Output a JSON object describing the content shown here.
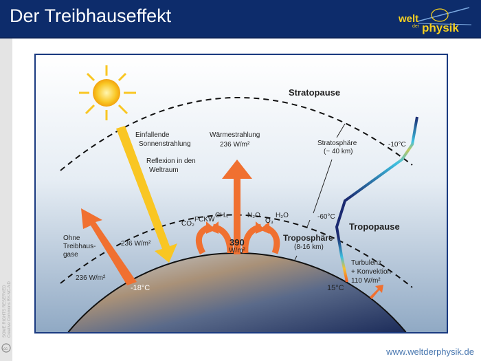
{
  "header": {
    "title": "Der Treibhauseffekt",
    "logo": {
      "line1": "welt",
      "line2": "der",
      "line3": "physik"
    }
  },
  "license": {
    "text1": "SOME RIGHTS RESERVED",
    "text2": "Creative Commons BY-NC-ND",
    "icon": "cc-icon"
  },
  "footer": {
    "url": "www.weltderphysik.de"
  },
  "diagram": {
    "stratopause": "Stratopause",
    "tropopause": "Tropopause",
    "incoming_1": "Einfallende",
    "incoming_2": "Sonnenstrahlung",
    "reflection_1": "Reflexion in den",
    "reflection_2": "Weltraum",
    "heat_1": "Wärmestrahlung",
    "heat_2": "236 W/m²",
    "stratosphere_1": "Stratosphäre",
    "stratosphere_2": "(~ 40 km)",
    "troposphere_1": "Troposphäre",
    "troposphere_2": "(8-16 km)",
    "temp_top": "-10°C",
    "temp_tropopause": "-60°C",
    "temp_surface": "15°C",
    "temp_without": "-18°C",
    "without_1": "Ohne",
    "without_2": "Treibhaus-",
    "without_3": "gase",
    "without_flux_1": "236 W/m²",
    "without_flux_2": "236 W/m²",
    "surface_flux_1": "390",
    "surface_flux_2": "W/m²",
    "gases": {
      "co2": "CO₂",
      "fckw": "FCKW",
      "ch4": "CH₄",
      "n2o": "N₂O",
      "o3": "O₃",
      "h2o": "H₂O"
    },
    "convection_1": "Turbulenz",
    "convection_2": "+ Konvektion",
    "convection_3": "110 W/m²",
    "colors": {
      "sun_arrow": "#f9c623",
      "heat_arrow": "#f07030",
      "border": "#1a3a80",
      "header": "#0d2c6b"
    }
  }
}
